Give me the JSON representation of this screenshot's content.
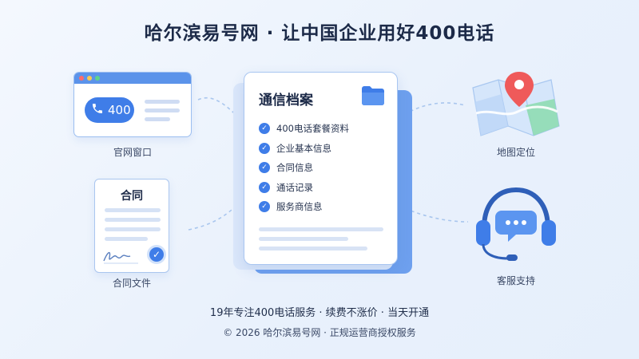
{
  "title": "哈尔滨易号网 · 让中国企业用好400电话",
  "website": {
    "phone_label": "400",
    "caption": "官网窗口"
  },
  "contract": {
    "title": "合同",
    "caption": "合同文件"
  },
  "archive": {
    "title": "通信档案",
    "items": [
      "400电话套餐资料",
      "企业基本信息",
      "合同信息",
      "通话记录",
      "服务商信息"
    ]
  },
  "map": {
    "caption": "地图定位"
  },
  "support": {
    "caption": "客服支持"
  },
  "footer": {
    "tagline": "19年专注400电话服务 · 续费不涨价 · 当天开通",
    "copyright": "© 2026 哈尔滨易号网 · 正规运营商授权服务"
  },
  "colors": {
    "primary": "#3f7de8",
    "accent_red": "#ef5a5a",
    "accent_green": "#5ccf92"
  },
  "icons": [
    "phone-icon",
    "folder-icon",
    "check-icon",
    "map-pin-icon",
    "headset-icon",
    "chat-bubble-icon",
    "signature-icon",
    "verified-badge-icon"
  ]
}
